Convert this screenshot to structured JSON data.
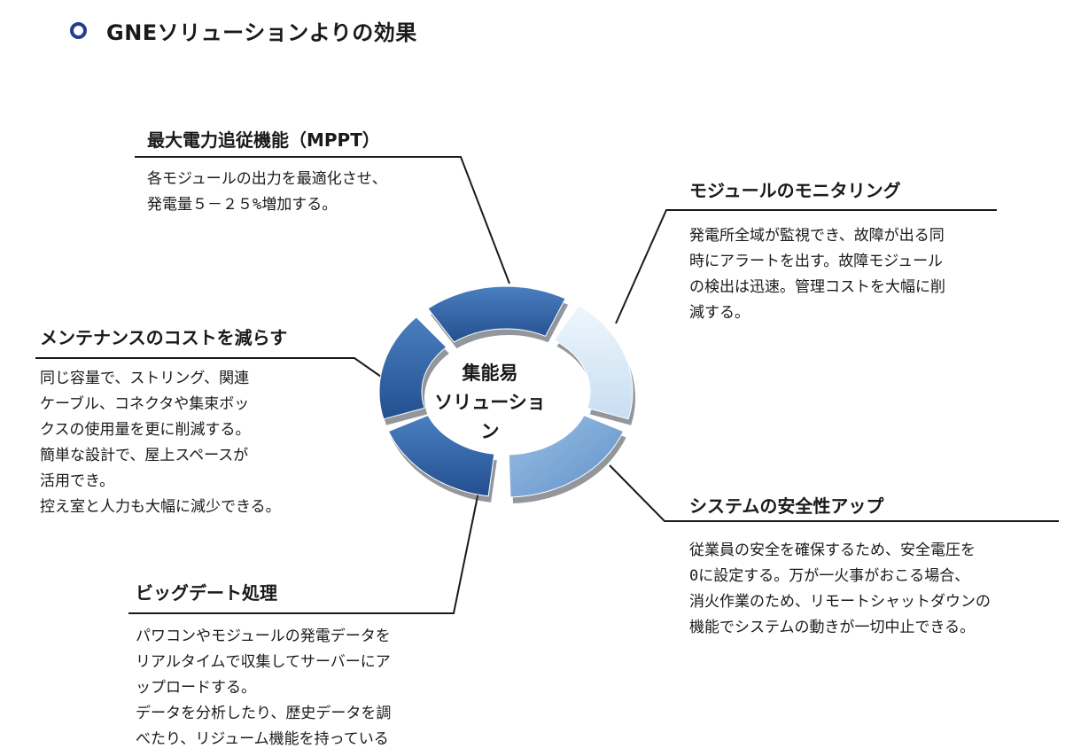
{
  "title": "GNEソリューションよりの効果",
  "center": {
    "line1": "集能易",
    "line2": "ソリューション"
  },
  "sections": {
    "mppt": {
      "heading": "最大電力追従機能（MPPT）",
      "body": "各モジュールの出力を最適化させ、\n発電量５－２５%増加する。"
    },
    "monitoring": {
      "heading": "モジュールのモニタリング",
      "body": "発電所全域が監視でき、故障が出る同\n時にアラートを出す。故障モジュール\nの検出は迅速。管理コストを大幅に削\n減する。"
    },
    "maintenance": {
      "heading": "メンテナンスのコストを減らす",
      "body": "同じ容量で、ストリング、関連\nケーブル、コネクタや集束ボッ\nクスの使用量を更に削減する。\n簡単な設計で、屋上スペースが\n活用でき。\n控え室と人力も大幅に減少できる。"
    },
    "safety": {
      "heading": "システムの安全性アップ",
      "body": "従業員の安全を確保するため、安全電圧を\n0に設定する。万が一火事がおこる場合、\n消火作業のため、リモートシャットダウンの\n機能でシステムの動きが一切中止できる。"
    },
    "bigdata": {
      "heading": "ビッグデート処理",
      "body": "パワコンやモジュールの発電データを\nリアルタイムで収集してサーバーにア\nップロードする。\nデータを分析したり、歴史データを調\nべたり、リジューム機能を持っている"
    }
  },
  "colors": {
    "bullet": "#1f3e8f",
    "text": "#1a1a1a",
    "ring_dark": "#2f5f9e",
    "ring_mid": "#6f9fd0",
    "ring_light": "#dcecf9"
  }
}
